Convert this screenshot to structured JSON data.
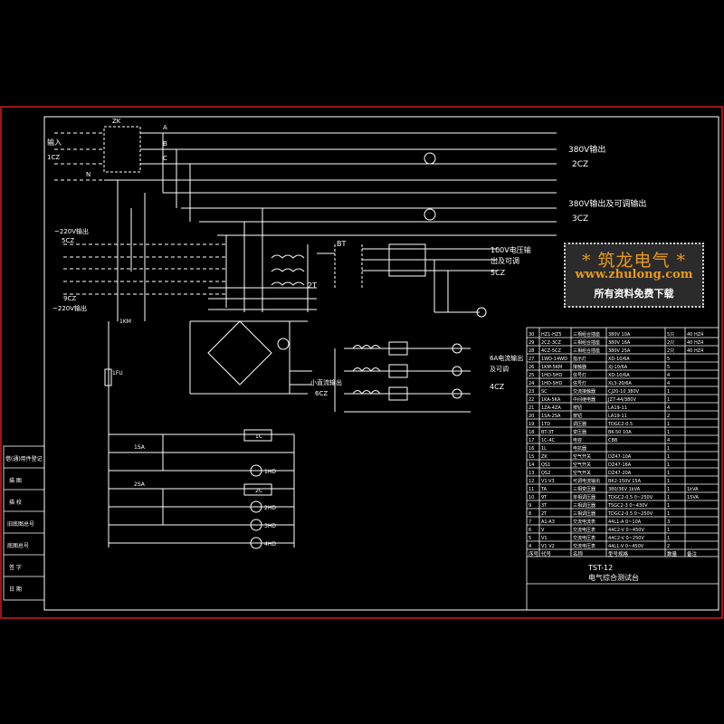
{
  "colors": {
    "background": "#000000",
    "border": "#cc2020",
    "wire": "#ffffff",
    "accent": "#e89a1c"
  },
  "banner": {
    "title": "* 筑龙电气 *",
    "url": "www.zhulong.com",
    "slogan": "所有资料免费下载"
  },
  "left_labels": {
    "input": "输入",
    "input_code": "1CZ",
    "v220": "~220V输出",
    "v220_code": "5CZ",
    "v220b": "~220V输出",
    "v220b_code": "9CZ"
  },
  "outputs": {
    "o380": "380V输出",
    "o380_code": "2CZ",
    "o380adj": "380V输出及可调输出",
    "o380adj_code": "3CZ",
    "o100": "100V电压输",
    "o100b": "出及可调",
    "o100_code": "5CZ",
    "o6a": "6A电流输出",
    "o6a_b": "及可调",
    "o6a_code": "4CZ",
    "o_small": "小直流输出",
    "o_small_code": "6CZ"
  },
  "side_table": {
    "rows": [
      "借(通)用件登记",
      "描 图",
      "描 校",
      "旧底图总号",
      "底图总号",
      "签 字",
      "日 期"
    ]
  },
  "title_block": {
    "product": "TST-12",
    "name": "电气综合测试台",
    "header": [
      "序号",
      "代号",
      "名称",
      "型号规格",
      "数量",
      "备注"
    ]
  },
  "bom": [
    {
      "no": "30",
      "code": "HZ1-HZ5",
      "name": "三相组合插座",
      "spec": "380V 10A",
      "qty": "5只",
      "note": "40 HZ4"
    },
    {
      "no": "29",
      "code": "2CZ-3CZ",
      "name": "三相组合插座",
      "spec": "380V 16A",
      "qty": "2只",
      "note": "40 HZ4"
    },
    {
      "no": "28",
      "code": "4CZ-5CZ",
      "name": "三相组合插座",
      "spec": "380V 25A",
      "qty": "2只",
      "note": "40 HZ4"
    },
    {
      "no": "27",
      "code": "1WD-14WD",
      "name": "指示灯",
      "spec": "XD-10/6A",
      "qty": "5",
      "note": ""
    },
    {
      "no": "26",
      "code": "1KM-5KM",
      "name": "接触器",
      "spec": "XJ-10/6A",
      "qty": "5",
      "note": ""
    },
    {
      "no": "25",
      "code": "1HD-5HD",
      "name": "信号灯",
      "spec": "XD-10/6A",
      "qty": "4",
      "note": ""
    },
    {
      "no": "24",
      "code": "1HD-5HD",
      "name": "信号灯",
      "spec": "XL3-20/6A",
      "qty": "4",
      "note": ""
    },
    {
      "no": "23",
      "code": "SC",
      "name": "交流接触器",
      "spec": "CJ20-10 380V",
      "qty": "1",
      "note": ""
    },
    {
      "no": "22",
      "code": "1KA-5KA",
      "name": "中间继电器",
      "spec": "JZ7-44/380V",
      "qty": "1",
      "note": ""
    },
    {
      "no": "21",
      "code": "1ZA-4ZA",
      "name": "按钮",
      "spec": "LA19-11",
      "qty": "4",
      "note": ""
    },
    {
      "no": "20",
      "code": "1SA-2SA",
      "name": "按钮",
      "spec": "LA19-11",
      "qty": "2",
      "note": ""
    },
    {
      "no": "19",
      "code": "1TD",
      "name": "调压器",
      "spec": "TDGC2-0.5",
      "qty": "1",
      "note": ""
    },
    {
      "no": "18",
      "code": "BT-3T",
      "name": "变压器",
      "spec": "BK-50 10A",
      "qty": "1",
      "note": ""
    },
    {
      "no": "17",
      "code": "1C-4C",
      "name": "电容",
      "spec": "CBB",
      "qty": "4",
      "note": ""
    },
    {
      "no": "16",
      "code": "1L",
      "name": "电抗器",
      "spec": "",
      "qty": "1",
      "note": ""
    },
    {
      "no": "15",
      "code": "ZK",
      "name": "空气开关",
      "spec": "DZ47-10A",
      "qty": "1",
      "note": ""
    },
    {
      "no": "14",
      "code": "QS1",
      "name": "空气开关",
      "spec": "DZ47-16A",
      "qty": "1",
      "note": ""
    },
    {
      "no": "13",
      "code": "QS2",
      "name": "空气开关",
      "spec": "DZ47-20A",
      "qty": "1",
      "note": ""
    },
    {
      "no": "12",
      "code": "V1-V3",
      "name": "可调电流输出",
      "spec": "BK2-150V 15A",
      "qty": "1",
      "note": ""
    },
    {
      "no": "11",
      "code": "TA",
      "name": "三相变压器",
      "spec": "380/36V 1kVA",
      "qty": "1",
      "note": "1kVA"
    },
    {
      "no": "10",
      "code": "9T",
      "name": "单相调压器",
      "spec": "TDGC2-0.5 0~250V",
      "qty": "1",
      "note": "15VA"
    },
    {
      "no": "9",
      "code": "3T",
      "name": "三相调压器",
      "spec": "TSGC2-3 0~430V",
      "qty": "1",
      "note": ""
    },
    {
      "no": "8",
      "code": "2T",
      "name": "三相调压器",
      "spec": "TDGC2-0.5 0~250V",
      "qty": "1",
      "note": ""
    },
    {
      "no": "7",
      "code": "A1-A3",
      "name": "交流电流表",
      "spec": "44L1-A 0~10A",
      "qty": "3",
      "note": ""
    },
    {
      "no": "6",
      "code": "V",
      "name": "交流电压表",
      "spec": "44C2-V 0~450V",
      "qty": "1",
      "note": ""
    },
    {
      "no": "5",
      "code": "V1",
      "name": "交流电压表",
      "spec": "44C2-V 0~250V",
      "qty": "1",
      "note": ""
    },
    {
      "no": "4",
      "code": "V1 V2",
      "name": "交流电压表",
      "spec": "44L1-V 0~450V",
      "qty": "2",
      "note": ""
    }
  ],
  "component_labels": {
    "zk": "ZK",
    "phaseA": "A",
    "phaseB": "B",
    "phaseC": "C",
    "phaseN": "N",
    "bt": "BT",
    "t2": "2T",
    "km1": "1KM",
    "fu": "1FU",
    "c1": "1C",
    "c2": "2C",
    "sa1": "1SA",
    "sa2": "2SA",
    "hd1": "1HD",
    "hd2": "2HD",
    "hd3": "3HD",
    "hd4": "4HD"
  }
}
